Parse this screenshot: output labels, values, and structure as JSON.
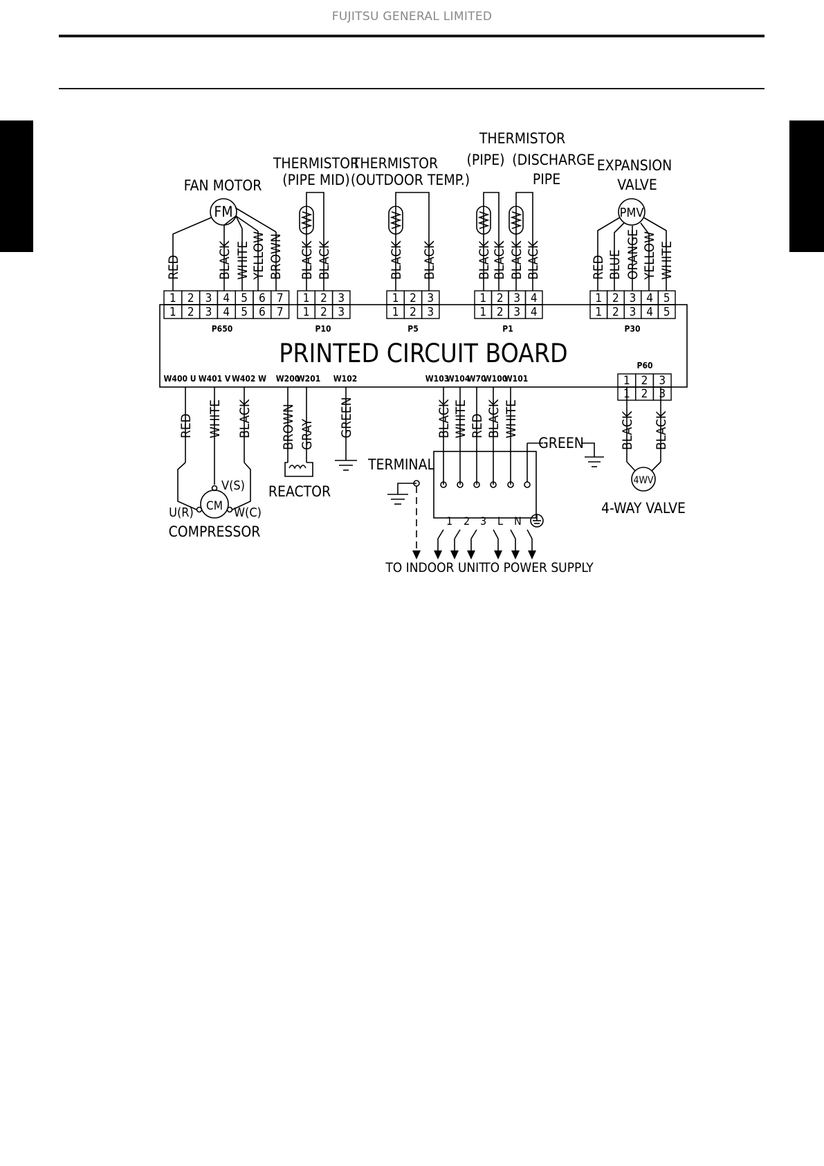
{
  "header": {
    "company": "FUJITSU GENERAL LIMITED"
  },
  "diagram": {
    "board_label": "PRINTED CIRCUIT BOARD",
    "fan_motor": {
      "title": "FAN MOTOR",
      "symbol": "FM",
      "connector": "P650",
      "pins": [
        "1",
        "2",
        "3",
        "4",
        "5",
        "6",
        "7"
      ],
      "wires": [
        "RED",
        "BLACK",
        "WHITE",
        "YELLOW",
        "BROWN"
      ]
    },
    "thermistor_pipe_mid": {
      "title_1": "THERMISTOR",
      "title_2": "(PIPE MID)",
      "connector": "P10",
      "pins": [
        "1",
        "2",
        "3"
      ],
      "wires": [
        "BLACK",
        "BLACK"
      ]
    },
    "thermistor_outdoor": {
      "title_1": "THERMISTOR",
      "title_2": "(OUTDOOR TEMP.)",
      "connector": "P5",
      "pins": [
        "1",
        "2",
        "3"
      ],
      "wires": [
        "BLACK",
        "BLACK"
      ]
    },
    "thermistor_pipe_discharge": {
      "title_1": "THERMISTOR",
      "title_2a": "(PIPE)",
      "title_2b": "(DISCHARGE",
      "title_3": "PIPE",
      "connector": "P1",
      "pins": [
        "1",
        "2",
        "3",
        "4"
      ],
      "wires": [
        "BLACK",
        "BLACK",
        "BLACK",
        "BLACK"
      ]
    },
    "expansion_valve": {
      "title_1": "EXPANSION",
      "title_2": "VALVE",
      "symbol": "PMV",
      "connector": "P30",
      "pins": [
        "1",
        "2",
        "3",
        "4",
        "5"
      ],
      "wires": [
        "RED",
        "BLUE",
        "ORANGE",
        "YELLOW",
        "WHITE"
      ]
    },
    "bottom_terminals": [
      "W400 U",
      "W401 V",
      "W402 W",
      "W200",
      "W201",
      "W102",
      "W103",
      "W104",
      "W70",
      "W100",
      "W101"
    ],
    "compressor": {
      "wires": [
        "RED",
        "WHITE",
        "BLACK"
      ],
      "symbol": "CM",
      "u": "U(R)",
      "v": "V(S)",
      "w": "W(C)",
      "label": "COMPRESSOR"
    },
    "reactor": {
      "wires": [
        "BROWN",
        "GRAY"
      ],
      "label": "REACTOR"
    },
    "ground_wire": "GREEN",
    "terminal_wires": [
      "BLACK",
      "WHITE",
      "RED",
      "BLACK",
      "WHITE"
    ],
    "terminal": {
      "label": "TERMINAL",
      "green": "GREEN",
      "marks": [
        "1",
        "2",
        "3",
        "L",
        "N"
      ],
      "to_indoor": "TO INDOOR UNIT",
      "to_power": "TO POWER SUPPLY"
    },
    "four_way": {
      "connector": "P60",
      "pins": [
        "1",
        "2",
        "3"
      ],
      "wires": [
        "BLACK",
        "BLACK"
      ],
      "symbol": "4WV",
      "label": "4-WAY VALVE"
    }
  }
}
